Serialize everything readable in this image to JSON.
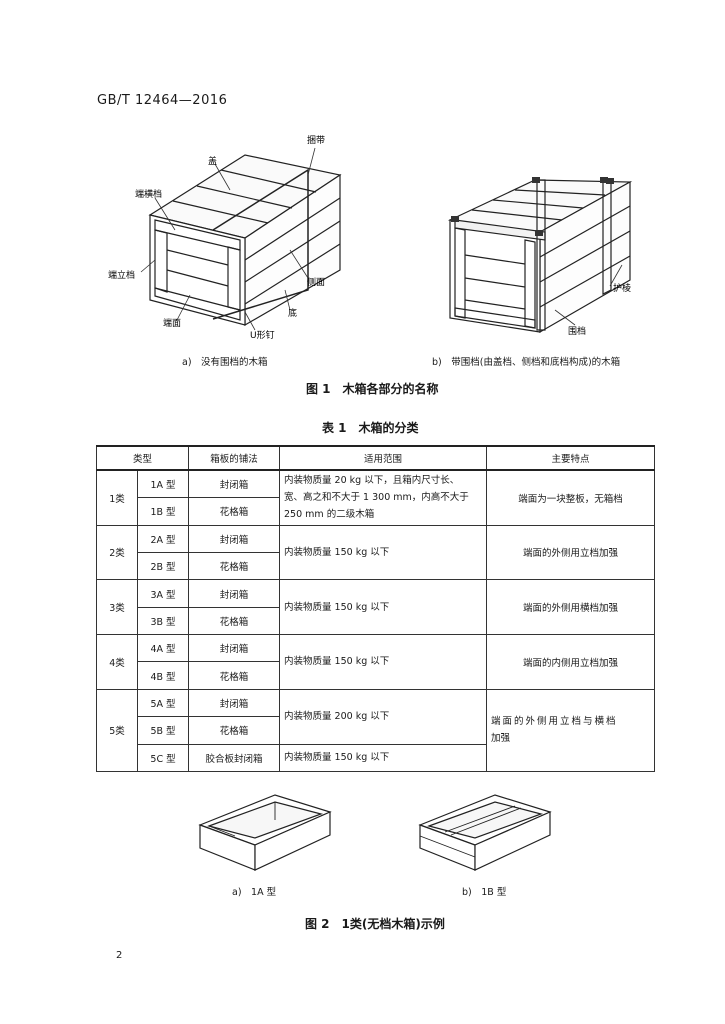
{
  "header": "GB/T 12464—2016",
  "figure1": {
    "labels_a": {
      "kunodai": "捆带",
      "gai": "盖",
      "duanhengdang": "端横档",
      "duanlidang": "端立档",
      "cemian": "侧面",
      "di": "底",
      "duanmian": "端面",
      "u_nail": "U形钉"
    },
    "labels_b": {
      "huleng": "护棱",
      "weidang": "围档"
    },
    "caption_a": "a)　没有围档的木箱",
    "caption_b": "b)　带围档(由盖档、侧档和底档构成)的木箱",
    "title": "图 1　木箱各部分的名称"
  },
  "table1": {
    "title": "表 1　木箱的分类",
    "headers": [
      "类型",
      "箱板的铺法",
      "适用范围",
      "主要特点"
    ],
    "rows": [
      {
        "cls": "1类",
        "types": [
          "1A 型",
          "1B 型"
        ],
        "methods": [
          "封闭箱",
          "花格箱"
        ],
        "scope": [
          "内装物质量 20 kg 以下，且箱内尺寸长、",
          "宽、高之和不大于 1 300 mm，内高不大于",
          "250 mm 的二级木箱"
        ],
        "feature": "端面为一块整板，无箱档"
      },
      {
        "cls": "2类",
        "types": [
          "2A 型",
          "2B 型"
        ],
        "methods": [
          "封闭箱",
          "花格箱"
        ],
        "scope": [
          "内装物质量 150 kg 以下"
        ],
        "feature": "端面的外侧用立档加强"
      },
      {
        "cls": "3类",
        "types": [
          "3A 型",
          "3B 型"
        ],
        "methods": [
          "封闭箱",
          "花格箱"
        ],
        "scope": [
          "内装物质量 150 kg 以下"
        ],
        "feature": "端面的外侧用横档加强"
      },
      {
        "cls": "4类",
        "types": [
          "4A 型",
          "4B 型"
        ],
        "methods": [
          "封闭箱",
          "花格箱"
        ],
        "scope": [
          "内装物质量 150 kg 以下"
        ],
        "feature": "端面的内侧用立档加强"
      },
      {
        "cls": "5类",
        "types": [
          "5A 型",
          "5B 型",
          "5C 型"
        ],
        "methods": [
          "封闭箱",
          "花格箱",
          "胶合板封闭箱"
        ],
        "scope": [
          "内装物质量 200 kg 以下",
          "内装物质量 150 kg 以下"
        ],
        "feature": [
          "端面的外侧用立档与横档",
          "加强"
        ]
      }
    ]
  },
  "figure2": {
    "caption_a": "a)　1A 型",
    "caption_b": "b)　1B 型",
    "title": "图 2　1类(无档木箱)示例"
  },
  "page_number": "2"
}
